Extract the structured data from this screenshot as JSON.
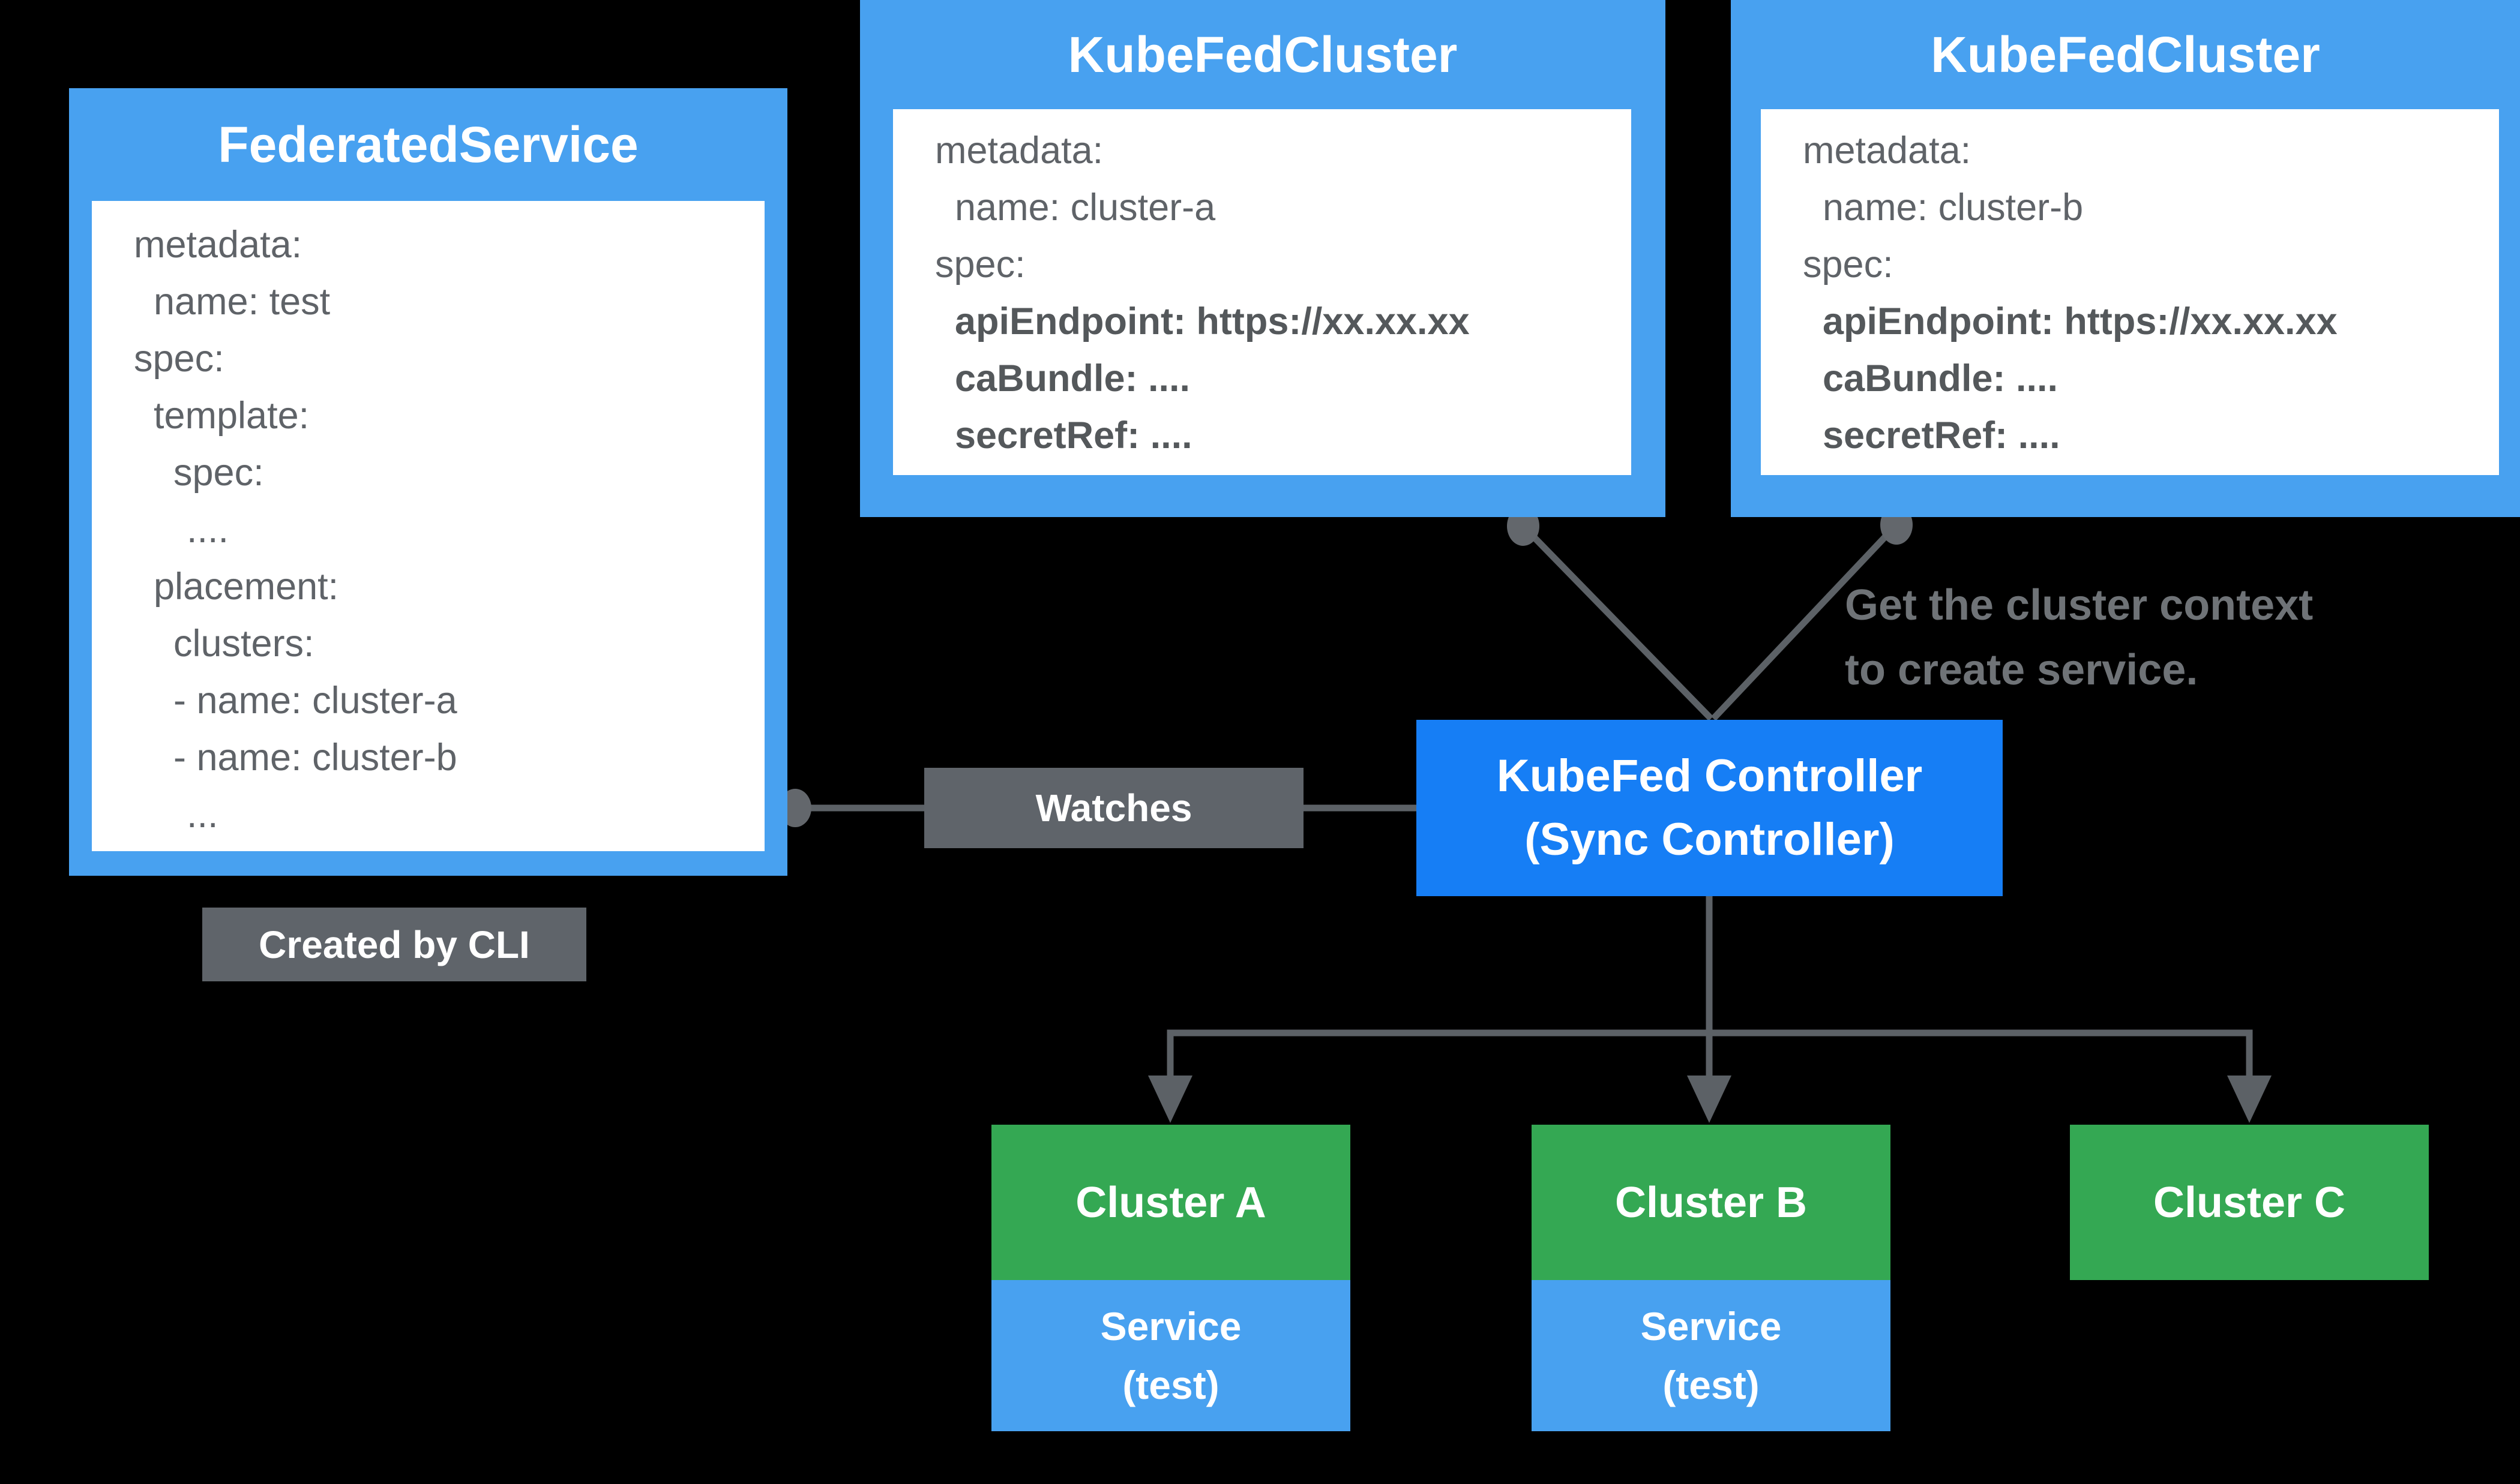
{
  "colors": {
    "background": "#000000",
    "resource_box_blue": "#48a1f0",
    "controller_blue": "#167ef5",
    "cluster_green": "#34a853",
    "label_gray": "#5f646a",
    "line_gray": "#5c6166",
    "yaml_text_gray": "#5f6368",
    "yaml_bold_gray": "#54585b",
    "annotation_gray": "#6f7377",
    "title_white": "#ffffff"
  },
  "federated_service": {
    "title": "FederatedService",
    "yaml": [
      "metadata:",
      "name: test",
      "spec:",
      "template:",
      "spec:",
      "....",
      "placement:",
      "clusters:",
      "- name: cluster-a",
      "- name: cluster-b",
      "..."
    ]
  },
  "kubefed_cluster_a": {
    "title": "KubeFedCluster",
    "yaml": [
      "metadata:",
      "name: cluster-a",
      "spec:",
      "apiEndpoint: https://xx.xx.xx",
      "caBundle: ....",
      "secretRef: ...."
    ]
  },
  "kubefed_cluster_b": {
    "title": "KubeFedCluster",
    "yaml": [
      "metadata:",
      "name: cluster-b",
      "spec:",
      "apiEndpoint: https://xx.xx.xx",
      "caBundle: ....",
      "secretRef: ...."
    ]
  },
  "watches_label": "Watches",
  "created_by_cli_label": "Created by CLI",
  "annotation": {
    "line1": "Get the cluster context",
    "line2": "to create service."
  },
  "controller": {
    "line1": "KubeFed Controller",
    "line2": "(Sync Controller)"
  },
  "clusters": {
    "a": "Cluster A",
    "b": "Cluster B",
    "c": "Cluster C"
  },
  "services": {
    "a_line1": "Service",
    "a_line2": "(test)",
    "b_line1": "Service",
    "b_line2": "(test)"
  }
}
